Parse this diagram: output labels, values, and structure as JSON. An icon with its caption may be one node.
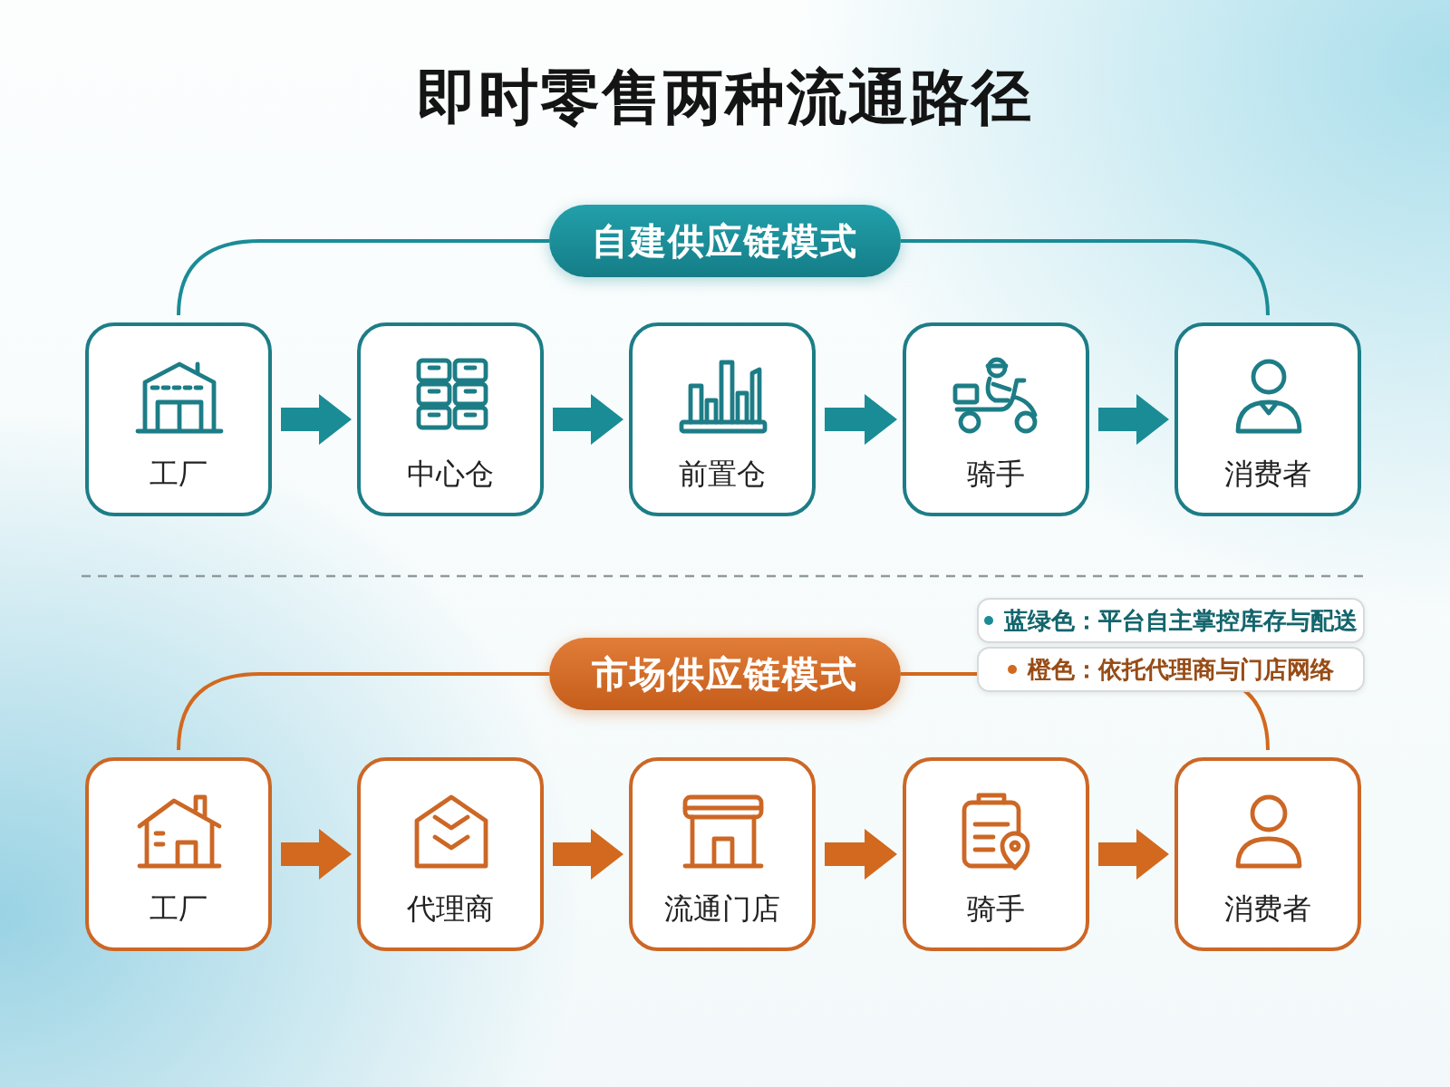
{
  "diagram": {
    "title": "即时零售两种流通路径",
    "nodes": [
      {
        "text": [
          "自建供应链模式"
        ]
      },
      {
        "text": [
          "工厂"
        ]
      },
      {
        "text": [
          "中心仓"
        ]
      },
      {
        "text": [
          "前置仓"
        ]
      },
      {
        "text": [
          "骑手"
        ]
      },
      {
        "text": [
          "消费者"
        ]
      },
      {
        "text": [
          "市场供应链模式"
        ]
      },
      {
        "text": [
          "工厂"
        ]
      },
      {
        "text": [
          "代理商"
        ]
      },
      {
        "text": [
          "流通门店"
        ]
      },
      {
        "text": [
          "骑手"
        ]
      },
      {
        "text": [
          "消费者"
        ]
      }
    ],
    "edges": [
      {
        "from": 1,
        "to": 0,
        "arrow": "none"
      },
      {
        "from": 0,
        "to": 5,
        "arrow": "none"
      },
      {
        "from": 1,
        "to": 2,
        "arrow": "to",
        "style": "thick"
      },
      {
        "from": 2,
        "to": 3,
        "arrow": "to",
        "style": "thick"
      },
      {
        "from": 3,
        "to": 4,
        "arrow": "to",
        "style": "thick"
      },
      {
        "from": 4,
        "to": 5,
        "arrow": "to",
        "style": "thick"
      },
      {
        "from": 7,
        "to": 6,
        "arrow": "none",
        "color": "#d2691e"
      },
      {
        "from": 6,
        "to": 11,
        "arrow": "none",
        "color": "#d2691e"
      },
      {
        "from": 7,
        "to": 8,
        "arrow": "to",
        "style": "thick",
        "color": "#d2691e"
      },
      {
        "from": 8,
        "to": 9,
        "arrow": "to",
        "style": "thick",
        "color": "#d2691e"
      },
      {
        "from": 9,
        "to": 10,
        "arrow": "to",
        "style": "thick",
        "color": "#d2691e"
      },
      {
        "from": 10,
        "to": 11,
        "arrow": "to",
        "style": "thick",
        "color": "#d2691e"
      }
    ],
    "legend": [
      {
        "text": "蓝绿色：平台自主掌控库存与配送",
        "color": "#1a8c96"
      },
      {
        "text": "橙色：依托代理商与门店网络",
        "color": "#d2691e"
      }
    ]
  }
}
